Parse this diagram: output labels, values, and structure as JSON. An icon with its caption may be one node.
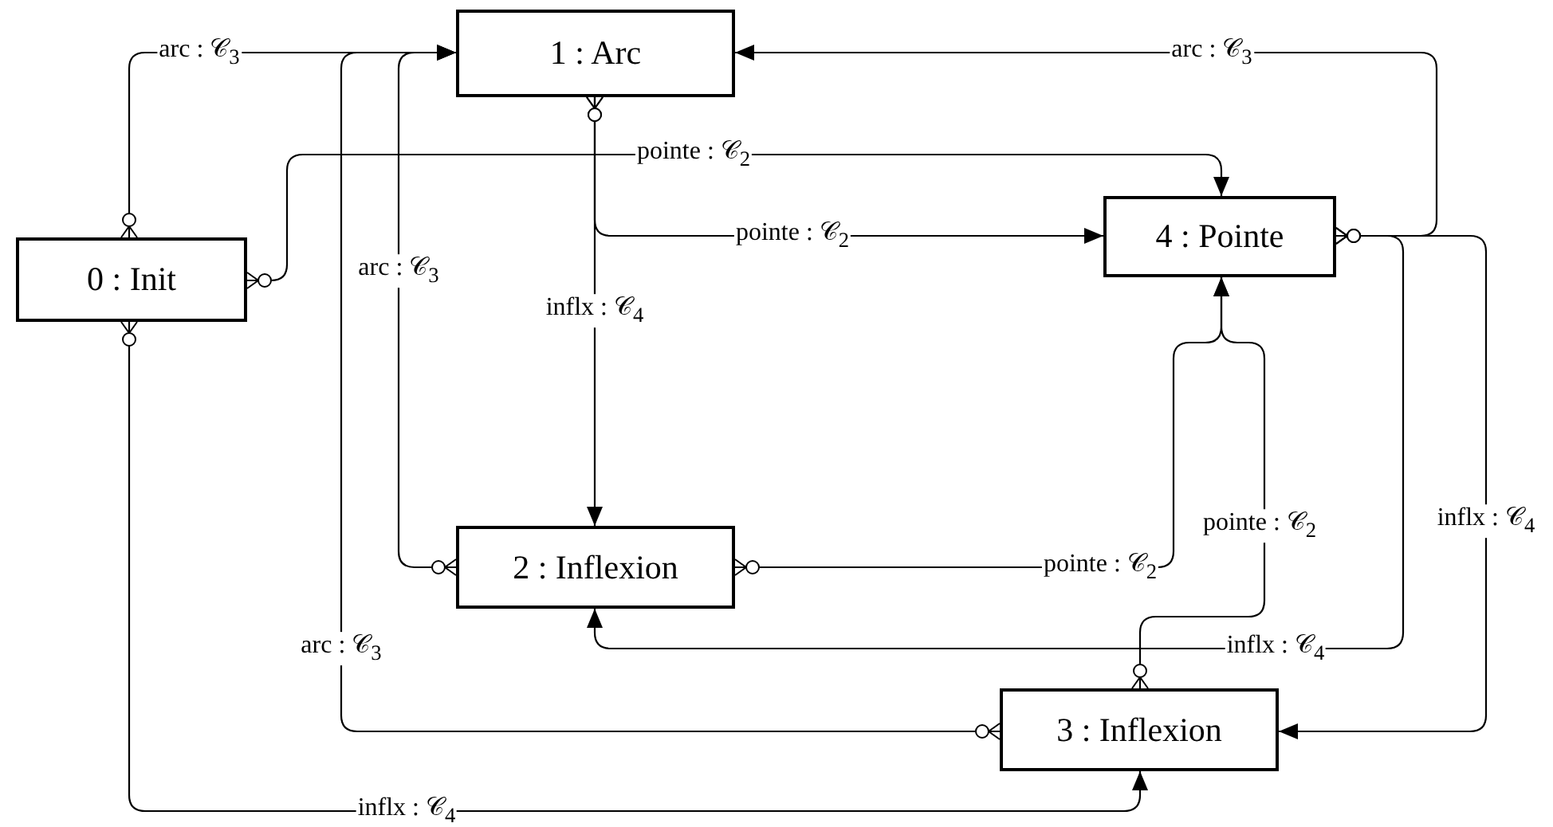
{
  "diagram": {
    "nodes": [
      {
        "text": [
          "0 : Init"
        ]
      },
      {
        "text": [
          "1 : Arc"
        ]
      },
      {
        "text": [
          "2 : Inflexion"
        ]
      },
      {
        "text": [
          "3 : Inflexion"
        ]
      },
      {
        "text": [
          "4 : Pointe"
        ]
      }
    ],
    "edges": [
      {
        "from": 0,
        "to": 1,
        "arrow": "to",
        "label": "arc : 𝒞$_{3}$"
      },
      {
        "from": 0,
        "to": 4,
        "arrow": "to",
        "label": "pointe : 𝒞$_{2}$"
      },
      {
        "from": 0,
        "to": 3,
        "arrow": "to",
        "label": "inflx : 𝒞$_{4}$"
      },
      {
        "from": 1,
        "to": 2,
        "arrow": "to",
        "label": "inflx : 𝒞$_{4}$"
      },
      {
        "from": 1,
        "to": 4,
        "arrow": "to",
        "label": "pointe : 𝒞$_{2}$"
      },
      {
        "from": 4,
        "to": 1,
        "arrow": "to",
        "label": "arc : 𝒞$_{3}$"
      },
      {
        "from": 4,
        "to": 2,
        "arrow": "to",
        "label": "inflx : 𝒞$_{4}$"
      },
      {
        "from": 4,
        "to": 3,
        "arrow": "to",
        "label": "inflx : 𝒞$_{4}$"
      },
      {
        "from": 2,
        "to": 1,
        "arrow": "to",
        "label": "arc : 𝒞$_{3}$"
      },
      {
        "from": 2,
        "to": 4,
        "arrow": "to",
        "label": "pointe : 𝒞$_{2}$"
      },
      {
        "from": 3,
        "to": 4,
        "arrow": "to",
        "label": "pointe : 𝒞$_{2}$"
      },
      {
        "from": 3,
        "to": 1,
        "arrow": "to",
        "label": "arc : 𝒞$_{3}$"
      }
    ]
  }
}
